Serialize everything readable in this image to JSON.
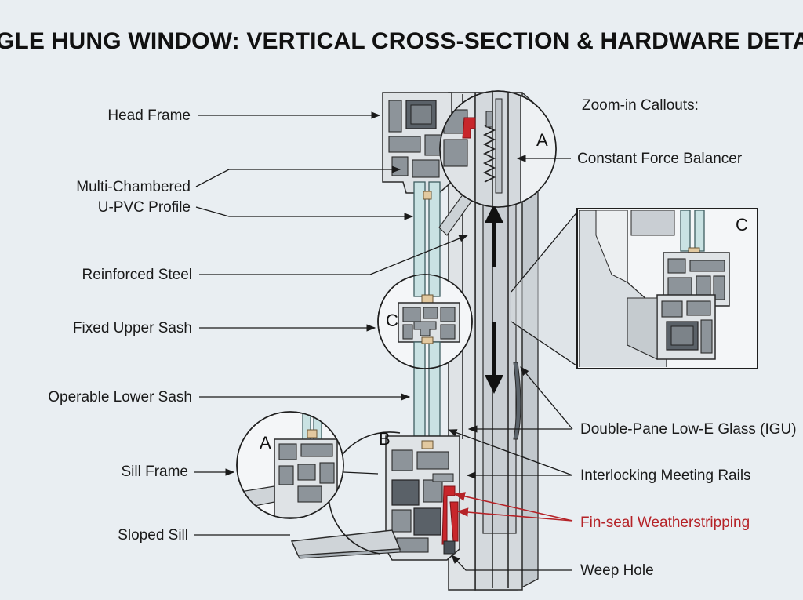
{
  "title": "SINGLE HUNG WINDOW: VERTICAL CROSS-SECTION & HARDWARE DETAILS",
  "left_labels": {
    "head_frame": "Head Frame",
    "multi_chambered_1": "Multi-Chambered",
    "multi_chambered_2": "U-PVC Profile",
    "reinforced_steel": "Reinforced Steel",
    "fixed_upper_sash": "Fixed Upper Sash",
    "operable_lower_sash": "Operable Lower Sash",
    "sill_frame": "Sill Frame",
    "sloped_sill": "Sloped Sill"
  },
  "right_labels": {
    "zoom_callouts": "Zoom-in Callouts:",
    "constant_force_balancer": "Constant Force Balancer",
    "double_pane_glass": "Double-Pane Low-E Glass (IGU)",
    "interlocking_meeting_rails": "Interlocking Meeting Rails",
    "fin_seal_weatherstripping": "Fin-seal Weatherstripping",
    "weep_hole": "Weep Hole"
  },
  "callout_letters": {
    "a_top": "A",
    "a_left": "A",
    "b": "B",
    "c_middle": "C",
    "c_inset": "C"
  },
  "colors": {
    "background": "#e9eef2",
    "accent_red": "#b52227",
    "glass": "#c9e2e3",
    "pvc": "#dfe3e6"
  }
}
